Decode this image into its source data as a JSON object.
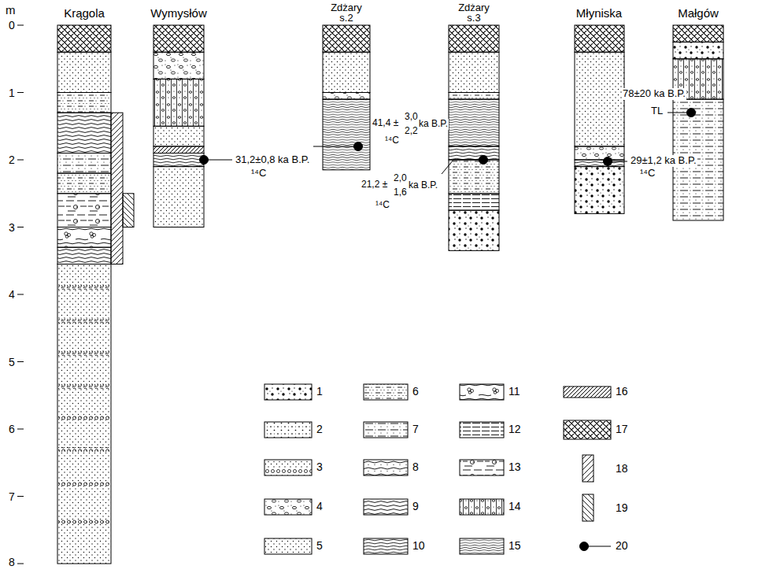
{
  "diagram": {
    "nodes": [
      {
        "text": [
          "Krągola"
        ]
      },
      {
        "text": [
          "Wymysłów"
        ]
      },
      {
        "text": [
          "Zdżary s.2"
        ]
      },
      {
        "text": [
          "Zdżary s.3"
        ]
      },
      {
        "text": [
          "Młyniska"
        ]
      },
      {
        "text": [
          "Małgów"
        ]
      }
    ],
    "labels": [
      "m",
      "0",
      "1",
      "2",
      "3",
      "4",
      "5",
      "6",
      "7",
      "8",
      "31,2±0,8 ka B.P.",
      "¹⁴C",
      "41,4 ±",
      "3,0",
      "2,2",
      "ka B.P.",
      "¹⁴C",
      "21,2 ±",
      "2,0",
      "1,6",
      "ka B.P.",
      "¹⁴C",
      "29±1,2 ka B.P.",
      "¹⁴C",
      "78±20 ka B.P.",
      "TL"
    ],
    "legend": [
      {
        "text": "1"
      },
      {
        "text": "2"
      },
      {
        "text": "3"
      },
      {
        "text": "4"
      },
      {
        "text": "5"
      },
      {
        "text": "6"
      },
      {
        "text": "7"
      },
      {
        "text": "8"
      },
      {
        "text": "9"
      },
      {
        "text": "10"
      },
      {
        "text": "11"
      },
      {
        "text": "12"
      },
      {
        "text": "13"
      },
      {
        "text": "14"
      },
      {
        "text": "15"
      },
      {
        "text": "16"
      },
      {
        "text": "17"
      },
      {
        "text": "18"
      },
      {
        "text": "19"
      },
      {
        "text": "20"
      }
    ]
  }
}
